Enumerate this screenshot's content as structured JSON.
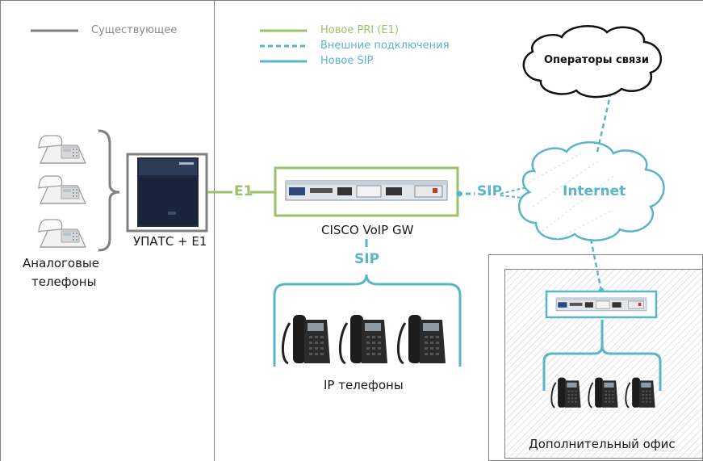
{
  "legend": {
    "existing": "Существующее",
    "new_pri": "Новое PRI (E1)",
    "external": "Внешние подключения",
    "new_sip": "Новое SIP"
  },
  "colors": {
    "existing": "#808080",
    "pri": "#9bc26b",
    "sip": "#5bb5c8",
    "external": "#5bb5c8"
  },
  "nodes": {
    "operators": "Операторы связи",
    "internet": "Internet",
    "pbx": "УПАТС + E1",
    "gateway": "CISCO VoIP GW",
    "analog_phones_line1": "Аналоговые",
    "analog_phones_line2": "телефоны",
    "ip_phones": "IP телефоны",
    "branch_office": "Дополнительный офис"
  },
  "links": {
    "e1": "E1",
    "sip_internet": "SIP",
    "sip_phones": "SIP"
  },
  "icons": [
    "analog-phone-icon",
    "panasonic-pbx-icon",
    "cisco-router-icon",
    "ip-phone-icon",
    "cloud-icon"
  ]
}
